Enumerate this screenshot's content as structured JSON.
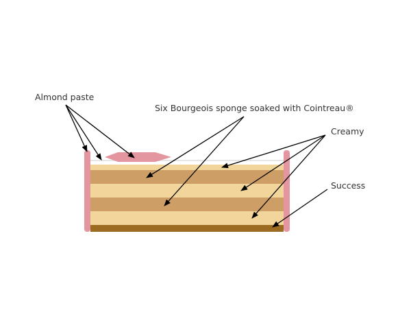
{
  "labels": {
    "almond_paste": "Almond paste",
    "sponge": "Six Bourgeois sponge soaked with Cointreau®",
    "creamy": "Creamy",
    "success": "Success"
  },
  "colors": {
    "almond": "#e496a0",
    "cream": "#f2d59b",
    "sponge": "#cd9e66",
    "success": "#9c6b22",
    "line": "#dddddd"
  }
}
